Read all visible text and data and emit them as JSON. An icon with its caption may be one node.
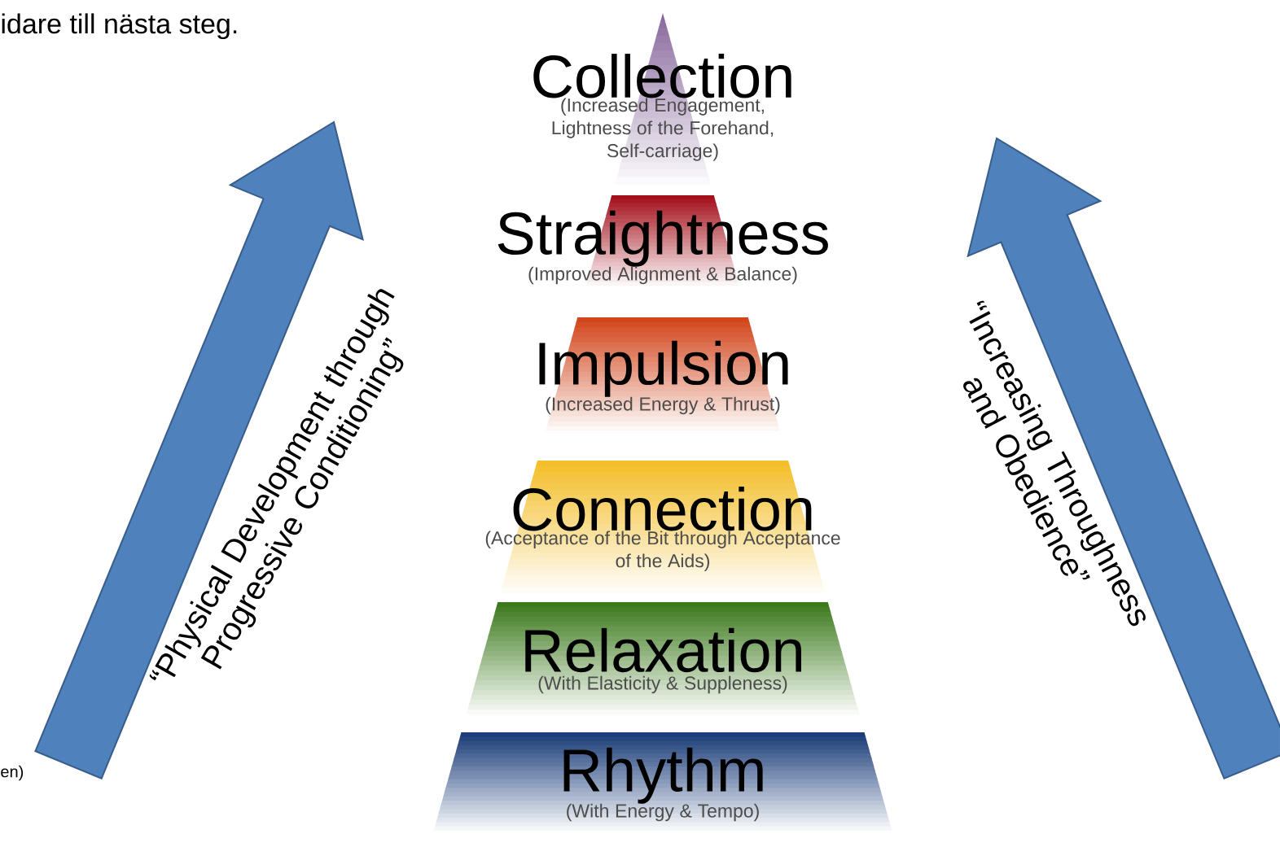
{
  "diagram": {
    "nodes": [
      {
        "text": [
          "Collection",
          "(Increased Engagement, Lightness of the Forehand, Self-carriage)"
        ]
      },
      {
        "text": [
          "Straightness",
          "(Improved Alignment & Balance)"
        ]
      },
      {
        "text": [
          "Impulsion",
          "(Increased Energy & Thrust)"
        ]
      },
      {
        "text": [
          "Connection",
          "(Acceptance of the Bit through Acceptance of the Aids)"
        ]
      },
      {
        "text": [
          "Relaxation",
          "(With Elasticity & Suppleness)"
        ]
      },
      {
        "text": [
          "Rhythm",
          "(With Energy & Tempo)"
        ]
      }
    ],
    "labels": [
      "idare till nästa steg.",
      "en)",
      "“Physical Development through Progressive Conditioning”",
      "“Increasing Throughness and Obedience”"
    ]
  }
}
